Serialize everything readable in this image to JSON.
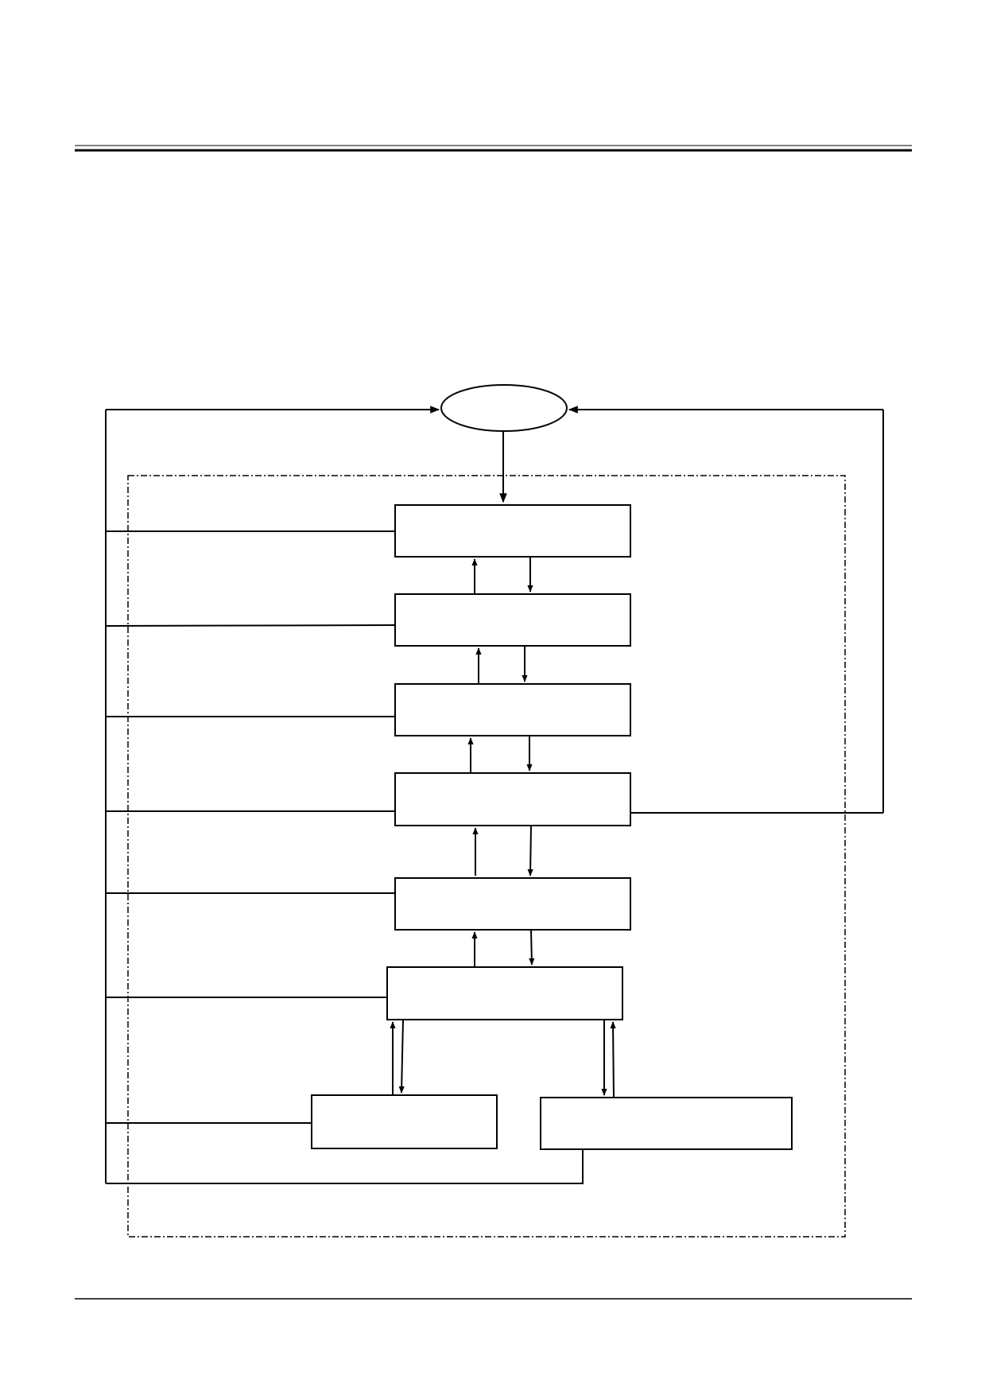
{
  "document": {
    "rules": [
      "header-double-rule",
      "footer-rule"
    ]
  },
  "diagram": {
    "type": "block-diagram",
    "nodes": [
      {
        "id": "oval",
        "shape": "ellipse",
        "text": ""
      },
      {
        "id": "box-1",
        "shape": "rect",
        "text": ""
      },
      {
        "id": "box-2",
        "shape": "rect",
        "text": ""
      },
      {
        "id": "box-3",
        "shape": "rect",
        "text": ""
      },
      {
        "id": "box-4",
        "shape": "rect",
        "text": ""
      },
      {
        "id": "box-5",
        "shape": "rect",
        "text": ""
      },
      {
        "id": "box-6",
        "shape": "rect",
        "text": ""
      },
      {
        "id": "box-7-left",
        "shape": "rect",
        "text": ""
      },
      {
        "id": "box-7-right",
        "shape": "rect",
        "text": ""
      }
    ],
    "edges": [
      {
        "from": "oval",
        "to": "box-1",
        "arrow": true
      },
      {
        "from": "box-1",
        "to": "box-2",
        "arrow": true
      },
      {
        "from": "box-2",
        "to": "box-1",
        "arrow": true
      },
      {
        "from": "box-2",
        "to": "box-3",
        "arrow": true
      },
      {
        "from": "box-3",
        "to": "box-2",
        "arrow": true
      },
      {
        "from": "box-3",
        "to": "box-4",
        "arrow": true
      },
      {
        "from": "box-4",
        "to": "box-3",
        "arrow": true
      },
      {
        "from": "box-4",
        "to": "box-5",
        "arrow": true
      },
      {
        "from": "box-5",
        "to": "box-4",
        "arrow": true
      },
      {
        "from": "box-5",
        "to": "box-6",
        "arrow": true
      },
      {
        "from": "box-6",
        "to": "box-5",
        "arrow": true
      },
      {
        "from": "box-6",
        "to": "box-7-left",
        "arrow": true
      },
      {
        "from": "box-7-left",
        "to": "box-6",
        "arrow": true
      },
      {
        "from": "box-6",
        "to": "box-7-right",
        "arrow": true
      },
      {
        "from": "box-7-right",
        "to": "box-6",
        "arrow": true
      },
      {
        "from": "box-4",
        "to": "oval",
        "arrow": true,
        "route": "right-feedback"
      },
      {
        "from": "left-bus",
        "to": "oval",
        "arrow": true,
        "route": "left-feedback"
      }
    ],
    "group": {
      "id": "dashed-boundary",
      "style": "dash-dot",
      "label": ""
    },
    "colors": {
      "stroke": "#000000",
      "background": "#ffffff"
    }
  }
}
